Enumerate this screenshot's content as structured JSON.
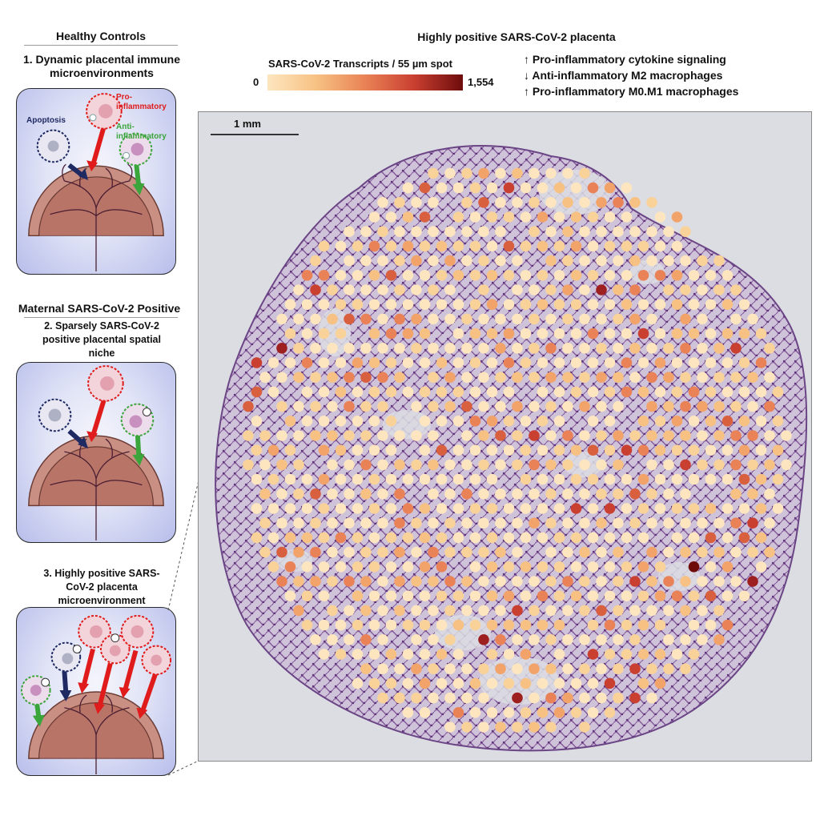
{
  "left": {
    "healthy_header": "Healthy Controls",
    "step1_title": "1. Dynamic placental immune microenvironments",
    "maternal_header": "Maternal SARS-CoV-2 Positive",
    "step2_title": "2. Sparsely SARS-CoV-2 positive placental spatial niche",
    "step3_title": "3. Highly positive SARS-CoV-2 placenta microenvironment alterations",
    "label_apoptosis": "Apoptosis",
    "label_pro": "Pro-inflammatory",
    "label_anti": "Anti-inflammatory"
  },
  "right": {
    "title": "Highly positive SARS-CoV-2 placenta",
    "colorbar_title": "SARS-CoV-2 Transcripts / 55 µm spot",
    "colorbar_min": "0",
    "colorbar_max": "1,554",
    "scale_label": "1 mm",
    "findings": [
      "↑ Pro-inflammatory cytokine signaling",
      "↓ Anti-inflammatory M2 macrophages",
      "↑ Pro-inflammatory M0.M1 macrophages"
    ]
  },
  "colors": {
    "apoptosis": "#1f2a63",
    "pro_inflammatory": "#e01b1b",
    "anti_inflammatory": "#3aa53a",
    "colorbar_low": "#fde6bf",
    "colorbar_high": "#6e0c0c"
  }
}
